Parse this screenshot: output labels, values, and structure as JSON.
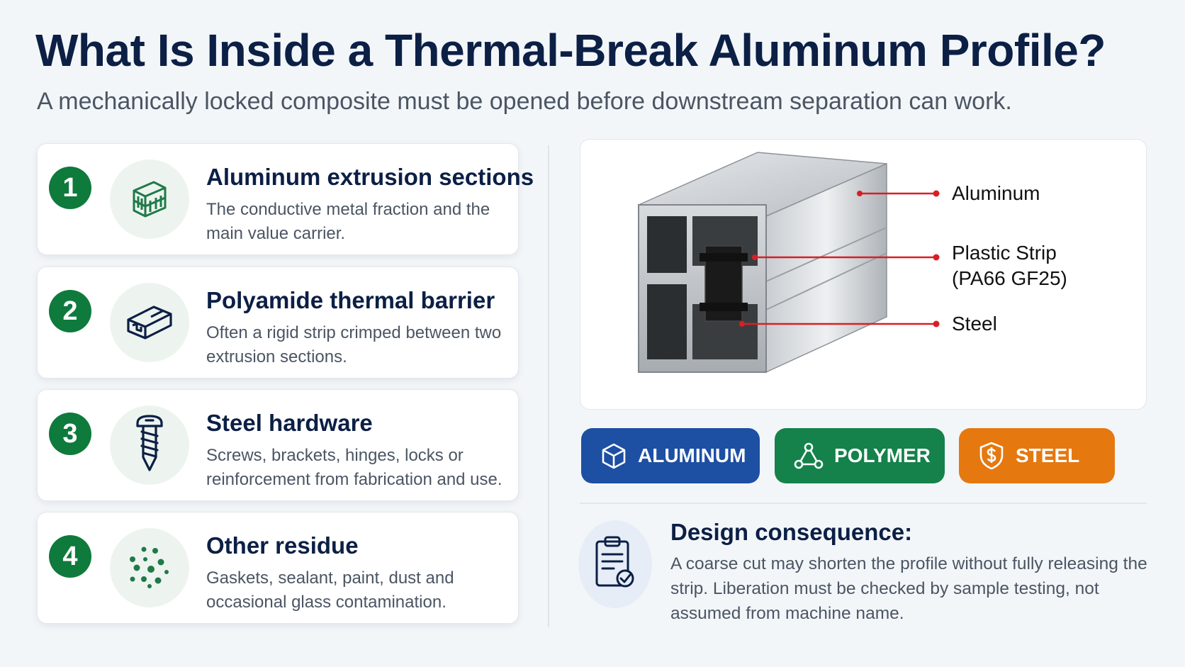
{
  "header": {
    "title": "What Is Inside a Thermal-Break Aluminum Profile?",
    "subtitle": "A mechanically locked composite must be opened before downstream separation can work."
  },
  "components": [
    {
      "number": "1",
      "title": "Aluminum extrusion sections",
      "description": "The conductive metal fraction and the main value carrier.",
      "icon": "aluminum-profile-icon"
    },
    {
      "number": "2",
      "title": "Polyamide thermal barrier",
      "description": "Often a rigid strip crimped between two extrusion sections.",
      "icon": "polyamide-strip-icon"
    },
    {
      "number": "3",
      "title": "Steel hardware",
      "description": "Screws, brackets, hinges, locks or reinforcement from fabrication and use.",
      "icon": "screw-icon"
    },
    {
      "number": "4",
      "title": "Other residue",
      "description": "Gaskets, sealant, paint, dust and occasional glass contamination.",
      "icon": "particles-icon"
    }
  ],
  "diagram": {
    "labels": {
      "aluminum": "Aluminum",
      "plastic_line1": "Plastic Strip",
      "plastic_line2": "(PA66 GF25)",
      "steel": "Steel"
    },
    "leader_color": "#d81f26"
  },
  "badges": [
    {
      "label": "ALUMINUM",
      "color": "#1d4fa3",
      "icon": "cube-icon"
    },
    {
      "label": "POLYMER",
      "color": "#14824a",
      "icon": "molecule-icon"
    },
    {
      "label": "STEEL",
      "color": "#e5780f",
      "icon": "shield-dollar-icon"
    }
  ],
  "design": {
    "title": "Design consequence:",
    "text": "A coarse cut may shorten the profile without fully releasing the strip. Liberation must be checked by sample testing, not assumed from machine name.",
    "icon": "clipboard-check-icon"
  },
  "colors": {
    "title": "#0c1f45",
    "number_badge": "#0e7a3c",
    "icon_green": "#1f7a48"
  }
}
